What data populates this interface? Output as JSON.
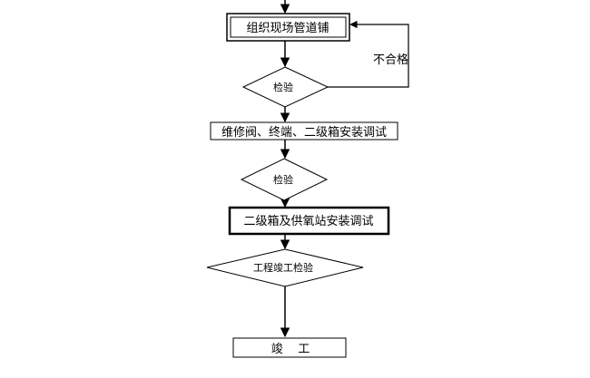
{
  "nodes": {
    "lay_pipes": "组织现场管道铺",
    "inspect_1": "检验",
    "repair_valves": "维修阀、终端、二级箱安装调试",
    "inspect_2": "检验",
    "install_boxes": "二级箱及供氧站安装调试",
    "final_inspection": "工程竣工检验",
    "completion": "竣    工"
  },
  "edges": {
    "fail_label": "不合格"
  }
}
